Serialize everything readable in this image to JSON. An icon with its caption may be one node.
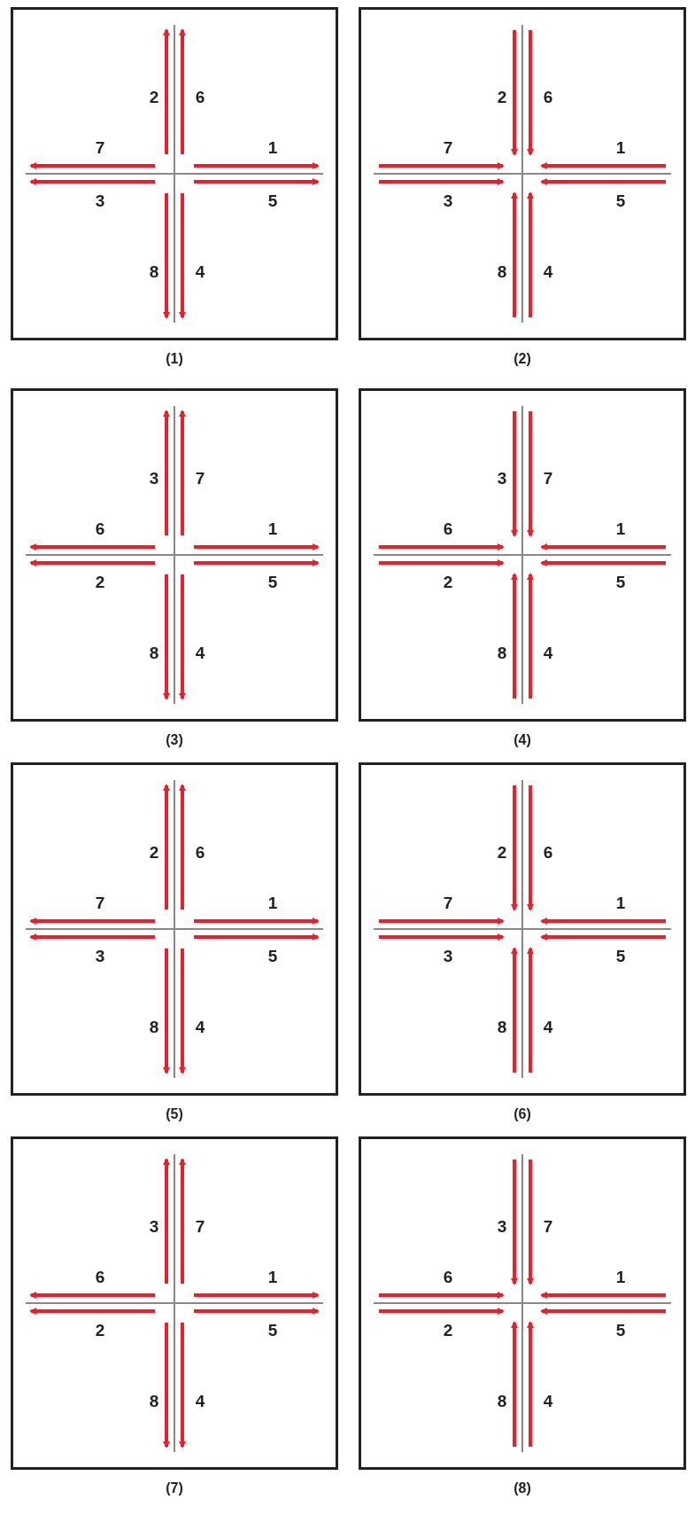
{
  "diagram": {
    "nodes": [
      {
        "text": [
          "2",
          "6",
          "7",
          "1",
          "3",
          "5",
          "8",
          "4"
        ],
        "beside": [
          "(1)"
        ]
      },
      {
        "text": [
          "2",
          "6",
          "7",
          "1",
          "3",
          "5",
          "8",
          "4"
        ],
        "beside": [
          "(2)"
        ]
      },
      {
        "text": [
          "3",
          "7",
          "6",
          "1",
          "2",
          "5",
          "8",
          "4"
        ],
        "beside": [
          "(3)"
        ]
      },
      {
        "text": [
          "3",
          "7",
          "6",
          "1",
          "2",
          "5",
          "8",
          "4"
        ],
        "beside": [
          "(4)"
        ]
      },
      {
        "text": [
          "2",
          "6",
          "7",
          "1",
          "3",
          "5",
          "8",
          "4"
        ],
        "beside": [
          "(5)"
        ]
      },
      {
        "text": [
          "2",
          "6",
          "7",
          "1",
          "3",
          "5",
          "8",
          "4"
        ],
        "beside": [
          "(6)"
        ]
      },
      {
        "text": [
          "3",
          "7",
          "6",
          "1",
          "2",
          "5",
          "8",
          "4"
        ],
        "beside": [
          "(7)"
        ]
      },
      {
        "text": [
          "3",
          "7",
          "6",
          "1",
          "2",
          "5",
          "8",
          "4"
        ],
        "beside": [
          "(8)"
        ]
      }
    ]
  }
}
